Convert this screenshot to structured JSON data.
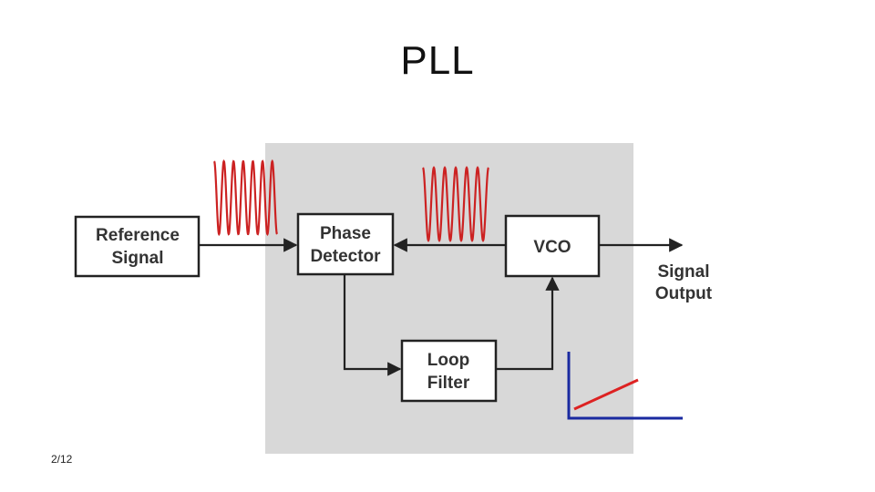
{
  "slide": {
    "title": "PLL",
    "page_number": "2/12"
  },
  "blocks": {
    "reference": {
      "line1": "Reference",
      "line2": "Signal"
    },
    "phase_detector": {
      "line1": "Phase",
      "line2": "Detector"
    },
    "vco": {
      "label": "VCO"
    },
    "loop_filter": {
      "line1": "Loop",
      "line2": "Filter"
    }
  },
  "output": {
    "line1": "Signal",
    "line2": "Output"
  },
  "colors": {
    "background_panel": "#d8d8d8",
    "wave": "#cc2222",
    "axis": "#1a2aa0",
    "ramp": "#dd2222",
    "block_border": "#222222",
    "text": "#333333"
  }
}
